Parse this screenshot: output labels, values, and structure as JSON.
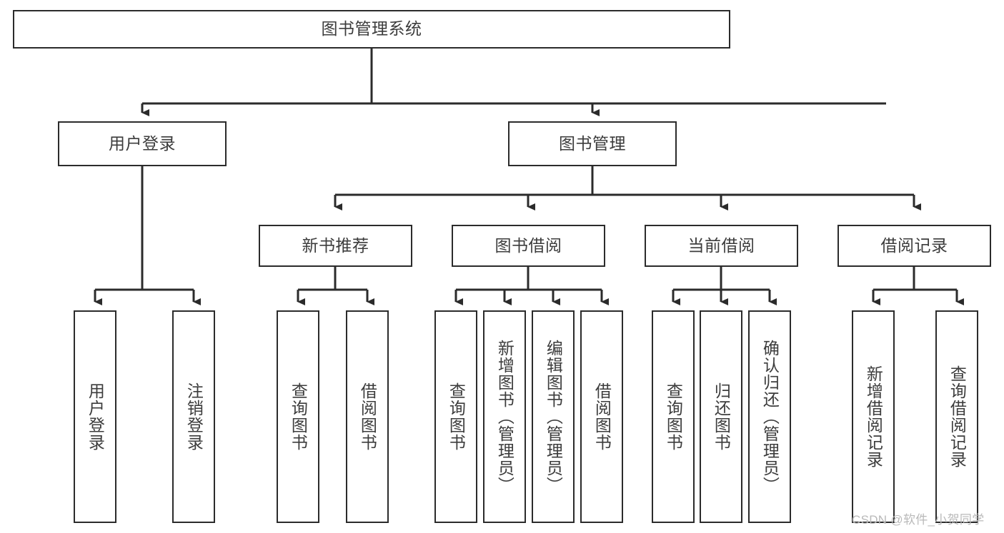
{
  "diagram": {
    "type": "tree-hierarchy",
    "title": "图书管理系统",
    "watermark": "CSDN @软件_小贺同学",
    "colors": {
      "stroke": "#2b2b2b",
      "text": "#3c3c3c",
      "background": "#ffffff",
      "watermark": "#b9b9b9"
    },
    "nodes": {
      "root": {
        "label": "图书管理系统"
      },
      "level2": [
        {
          "id": "user-login",
          "label": "用户登录"
        },
        {
          "id": "book-manage",
          "label": "图书管理"
        }
      ],
      "level3": [
        {
          "id": "new-book-recommend",
          "label": "新书推荐"
        },
        {
          "id": "book-borrow",
          "label": "图书借阅"
        },
        {
          "id": "current-borrow",
          "label": "当前借阅"
        },
        {
          "id": "borrow-record",
          "label": "借阅记录"
        }
      ],
      "leaves": [
        {
          "id": "leaf-user-login",
          "label": "用户登录",
          "parent": "user-login"
        },
        {
          "id": "leaf-logout-login",
          "label": "注销登录",
          "parent": "user-login"
        },
        {
          "id": "leaf-query-book-1",
          "label": "查询图书",
          "parent": "new-book-recommend"
        },
        {
          "id": "leaf-borrow-book-1",
          "label": "借阅图书",
          "parent": "new-book-recommend"
        },
        {
          "id": "leaf-query-book-2",
          "label": "查询图书",
          "parent": "book-borrow"
        },
        {
          "id": "leaf-add-book",
          "label": "新增图书（管理员）",
          "parent": "book-borrow"
        },
        {
          "id": "leaf-edit-book",
          "label": "编辑图书（管理员）",
          "parent": "book-borrow"
        },
        {
          "id": "leaf-borrow-book-2",
          "label": "借阅图书",
          "parent": "book-borrow"
        },
        {
          "id": "leaf-query-book-3",
          "label": "查询图书",
          "parent": "current-borrow"
        },
        {
          "id": "leaf-return-book",
          "label": "归还图书",
          "parent": "current-borrow"
        },
        {
          "id": "leaf-confirm-return",
          "label": "确认归还（管理员）",
          "parent": "current-borrow"
        },
        {
          "id": "leaf-add-record",
          "label": "新增借阅记录",
          "parent": "borrow-record"
        },
        {
          "id": "leaf-query-record",
          "label": "查询借阅记录",
          "parent": "borrow-record"
        }
      ]
    }
  }
}
